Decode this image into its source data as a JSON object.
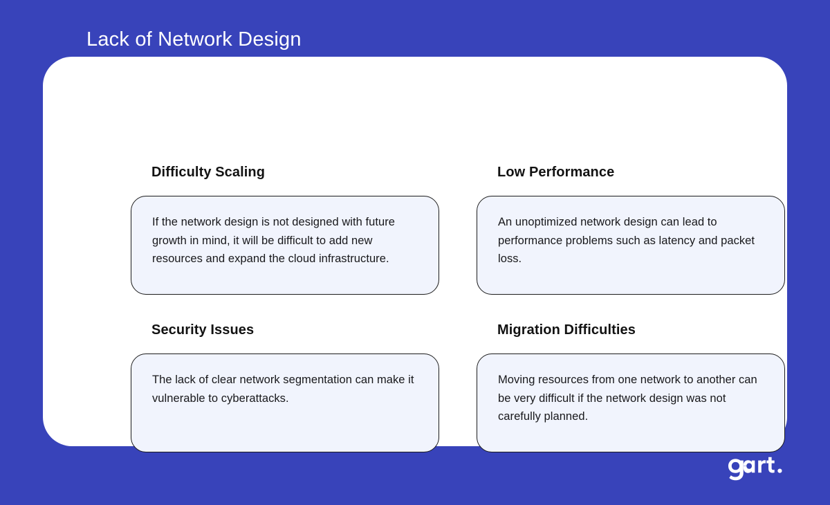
{
  "slide": {
    "title": "Lack of Network Design",
    "background_color": "#3843ba",
    "panel_color": "#ffffff",
    "card_fill_color": "#f1f4fd",
    "card_border_color": "#1b1b1b"
  },
  "blocks": [
    {
      "heading": "Difficulty Scaling",
      "body": "If the network design is not designed with future growth in mind, it will be difficult to add new resources and expand the cloud infrastructure."
    },
    {
      "heading": "Low Performance",
      "body": "An unoptimized network design can lead to performance problems such as latency and packet loss."
    },
    {
      "heading": "Security Issues",
      "body": "The lack of clear network segmentation can make it vulnerable to cyberattacks."
    },
    {
      "heading": "Migration Difficulties",
      "body": "Moving resources from one network to another can be very difficult if the network design was not carefully planned."
    }
  ],
  "logo": {
    "text": "gart.",
    "color": "#ffffff"
  }
}
